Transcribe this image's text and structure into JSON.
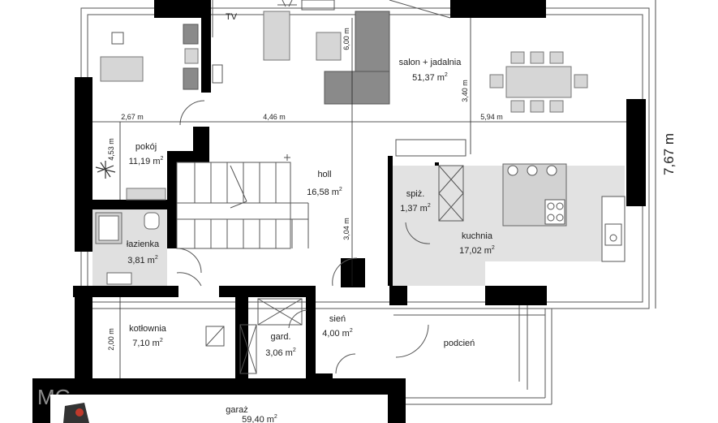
{
  "tv_label": "TV",
  "rooms": [
    {
      "name": "salon + jadalnia",
      "area": "51,37 m",
      "sup": "2"
    },
    {
      "name": "pokój",
      "area": "11,19 m",
      "sup": "2"
    },
    {
      "name": "holl",
      "area": "16,58 m",
      "sup": "2"
    },
    {
      "name": "spiż.",
      "area": "1,37 m",
      "sup": "2"
    },
    {
      "name": "kuchnia",
      "area": "17,02 m",
      "sup": "2"
    },
    {
      "name": "łazienka",
      "area": "3,81 m",
      "sup": "2"
    },
    {
      "name": "kotłownia",
      "area": "7,10 m",
      "sup": "2"
    },
    {
      "name": "gard.",
      "area": "3,06 m",
      "sup": "2"
    },
    {
      "name": "sień",
      "area": "4,00 m",
      "sup": "2"
    },
    {
      "name": "podcień",
      "area": "",
      "sup": ""
    },
    {
      "name": "garaż",
      "area": "59,40 m",
      "sup": "2"
    }
  ],
  "dimensions": {
    "d_2_67": "2,67 m",
    "d_4_46": "4,46 m",
    "d_5_94": "5,94 m",
    "d_4_53": "4,53 m",
    "d_6_00": "6,00 m",
    "d_3_40": "3,40 m",
    "d_3_04": "3,04 m",
    "d_2_00": "2,00 m",
    "d_7_67": "7,67 m"
  },
  "watermark": "MG"
}
